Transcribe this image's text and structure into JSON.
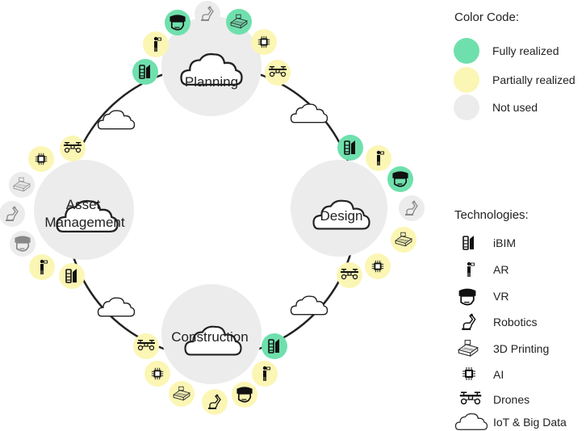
{
  "colors": {
    "fully": "#6fe0ad",
    "partial": "#fbf6b4",
    "unused": "#ececec",
    "node": "#ececec",
    "ring": "#222222"
  },
  "phases": [
    {
      "id": "planning",
      "label": "Planning"
    },
    {
      "id": "design",
      "label": "Design"
    },
    {
      "id": "construction",
      "label": "Construction"
    },
    {
      "id": "asset",
      "label_lines": [
        "Asset",
        "Management"
      ]
    }
  ],
  "legend": {
    "color_title": "Color Code:",
    "color_items": [
      {
        "key": "fully",
        "label": "Fully realized"
      },
      {
        "key": "partial",
        "label": "Partially realized"
      },
      {
        "key": "unused",
        "label": "Not used"
      }
    ],
    "tech_title": "Technologies:",
    "tech_items": [
      {
        "icon": "ibim-icon",
        "label": "iBIM"
      },
      {
        "icon": "ar-icon",
        "label": "AR"
      },
      {
        "icon": "vr-icon",
        "label": "VR"
      },
      {
        "icon": "robotics-icon",
        "label": "Robotics"
      },
      {
        "icon": "printing-3d-icon",
        "label": "3D Printing"
      },
      {
        "icon": "ai-icon",
        "label": "AI"
      },
      {
        "icon": "drone-icon",
        "label": "Drones"
      },
      {
        "icon": "cloud-icon",
        "label": "IoT & Big Data"
      }
    ]
  },
  "status": {
    "planning": {
      "ibim": "fully",
      "ar": "partial",
      "vr": "fully",
      "robotics": "unused",
      "printing3d": "fully",
      "ai": "partial",
      "drones": "partial"
    },
    "design": {
      "ibim": "fully",
      "ar": "partial",
      "vr": "fully",
      "robotics": "unused",
      "printing3d": "partial",
      "ai": "partial",
      "drones": "partial"
    },
    "construction": {
      "ibim": "fully",
      "ar": "partial",
      "vr": "partial",
      "robotics": "partial",
      "printing3d": "partial",
      "ai": "partial",
      "drones": "partial"
    },
    "asset": {
      "ibim": "partial",
      "ar": "partial",
      "vr": "unused",
      "robotics": "unused",
      "printing3d": "unused",
      "ai": "partial",
      "drones": "partial"
    }
  }
}
